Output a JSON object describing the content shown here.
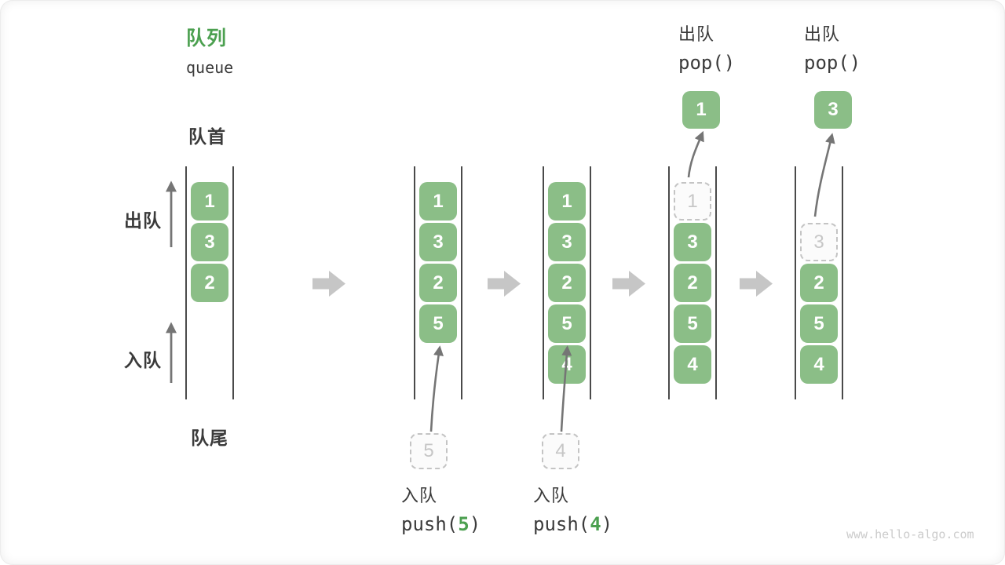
{
  "page": {
    "title_zh": "队列",
    "title_en": "queue",
    "watermark": "www.hello-algo.com"
  },
  "labels": {
    "front": "队首",
    "rear": "队尾",
    "dequeue_side": "出队",
    "enqueue_side": "入队"
  },
  "colors": {
    "accent_green": "#4CA050",
    "box_green": "#8BBE87",
    "dashed_gray": "#C4C4C4",
    "thin_arrow_gray": "#757575",
    "block_arrow_gray": "#C6C6C6",
    "rail_gray": "#4A4A4A",
    "text_dark": "#3B3B3B",
    "watermark_gray": "#CBCBCB"
  },
  "states": [
    {
      "name": "initial",
      "cells": [
        {
          "value": "1"
        },
        {
          "value": "3"
        },
        {
          "value": "2"
        }
      ]
    },
    {
      "name": "after-push-5",
      "cells": [
        {
          "value": "1"
        },
        {
          "value": "3"
        },
        {
          "value": "2"
        },
        {
          "value": "5"
        }
      ]
    },
    {
      "name": "after-push-4",
      "cells": [
        {
          "value": "1"
        },
        {
          "value": "3"
        },
        {
          "value": "2"
        },
        {
          "value": "5"
        },
        {
          "value": "4"
        }
      ]
    },
    {
      "name": "during-pop-1",
      "cells": [
        {
          "value": "1",
          "removed": true
        },
        {
          "value": "3"
        },
        {
          "value": "2"
        },
        {
          "value": "5"
        },
        {
          "value": "4"
        }
      ]
    },
    {
      "name": "during-pop-3",
      "cells": [
        {
          "value": "3",
          "removed": true
        },
        {
          "value": "2"
        },
        {
          "value": "5"
        },
        {
          "value": "4"
        }
      ]
    }
  ],
  "push_ops": [
    {
      "label": "入队",
      "call_pre": "push(",
      "arg": "5",
      "call_post": ")"
    },
    {
      "label": "入队",
      "call_pre": "push(",
      "arg": "4",
      "call_post": ")"
    }
  ],
  "pop_ops": [
    {
      "label": "出队",
      "call": "pop()",
      "value": "1"
    },
    {
      "label": "出队",
      "call": "pop()",
      "value": "3"
    }
  ]
}
